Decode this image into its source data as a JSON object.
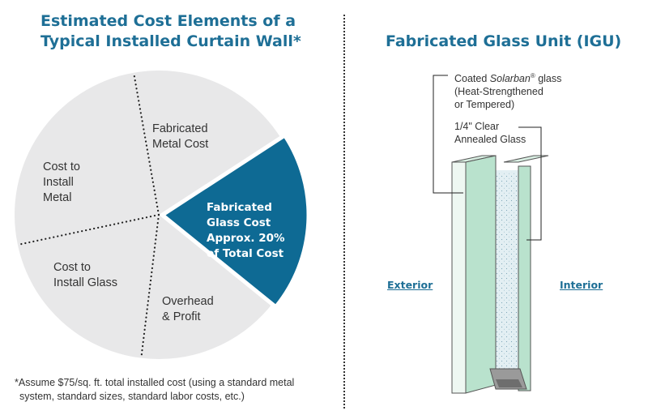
{
  "left_title": [
    "Estimated Cost Elements of a",
    "Typical Installed Curtain Wall*"
  ],
  "right_title": "Fabricated Glass Unit (IGU)",
  "pie": {
    "slices": [
      {
        "label": [
          "Fabricated",
          "Metal Cost"
        ],
        "highlight": false
      },
      {
        "label": [
          "Fabricated",
          "Glass Cost",
          "Approx. 20%",
          "of Total Cost"
        ],
        "highlight": true,
        "share": 0.2
      },
      {
        "label": [
          "Overhead",
          "& Profit"
        ],
        "highlight": false
      },
      {
        "label": [
          "Cost to",
          "Install Glass"
        ],
        "highlight": false
      },
      {
        "label": [
          "Cost to",
          "Install",
          "Metal"
        ],
        "highlight": false
      }
    ],
    "colors": {
      "highlight": "#0e6a94",
      "base": "#e8e8e9",
      "divider": "#222222"
    }
  },
  "footnote": [
    "*Assume $75/sq. ft. total installed cost (using a standard metal",
    "system, standard sizes, standard labor costs, etc.)"
  ],
  "igu": {
    "coated_callout_prefix": "Coated ",
    "coated_callout_brand": "Solarban",
    "coated_callout_mark": "®",
    "coated_callout_suffix": " glass",
    "coated_callout_lines": [
      "(Heat-Strengthened",
      "or Tempered)"
    ],
    "clear_callout": [
      "1/4\" Clear",
      "Annealed Glass"
    ],
    "exterior_label": "Exterior",
    "interior_label": "Interior",
    "colors": {
      "glass": "#b9e2cd",
      "pane": "#eef7f2",
      "cavity": "#d7e8ee",
      "spacer": "#9a9a9a"
    }
  }
}
